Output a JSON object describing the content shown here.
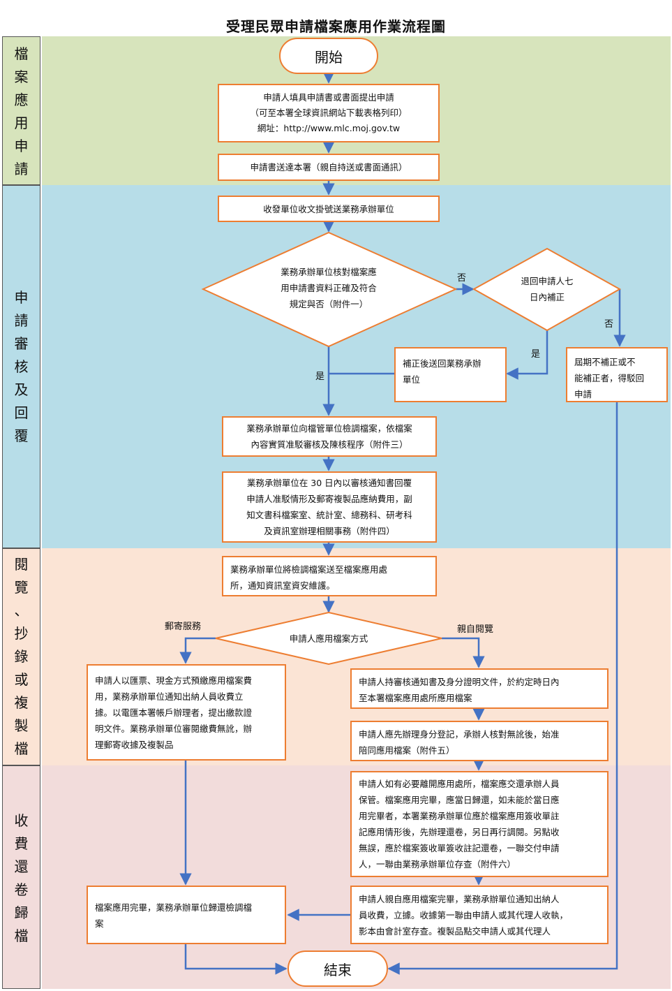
{
  "title": "受理民眾申請檔案應用作業流程圖",
  "colors": {
    "phase1": "#D7E4BC",
    "phase2": "#B7DDE8",
    "phase3": "#FBE4D5",
    "phase4": "#F2DCDB",
    "box_border": "#ED7D31",
    "arrow": "#4472C4"
  },
  "phases": [
    "檔\n案\n應\n用\n申\n請",
    "申\n請\n審\n核\n及\n回\n覆",
    "閱\n覽\n、\n抄\n錄\n或\n複\n製\n檔",
    "收\n費\n還\n卷\n歸\n檔"
  ],
  "nodes": {
    "start": "開始",
    "apply": "申請人填具申請書或書面提出申請\n（可至本署全球資訊網站下載表格列印）\n網址：http://www.mlc.moj.gov.tw",
    "deliver": "申請書送達本署（親自持送或書面通訊）",
    "register": "收發單位收文掛號送業務承辦單位",
    "check": "業務承辦單位核對檔案應\n用申請書資料正確及符合\n規定與否（附件一）",
    "return7": "退回申請人七\n日內補正",
    "resubmit": "補正後送回業務承辦\n單位",
    "reject": "屆期不補正或不\n能補正者，得駁回\n申請",
    "retrieve": "業務承辦單位向檔管單位檢調檔案，依檔案\n內容實質准駁審核及陳核程序（附件三）",
    "reply": "業務承辦單位在 30 日內以審核通知書回覆\n申請人准駁情形及郵寄複製品應納費用，副\n知文書科檔案室、統計室、總務科、研考科\n及資訊室辦理相關事務（附件四）",
    "send_archive": "業務承辦單位將檢調檔案送至檔案應用處\n所，通知資訊室資安維護。",
    "method": "申請人應用檔案方式",
    "mail_service": "申請人以匯票、現金方式預繳應用檔案費\n用，業務承辦單位通知出納人員收費立\n據。以電匯本署帳戶辦理者，提出繳款證\n明文件。業務承辦單位審閱繳費無訛，辦\n理郵寄收據及複製品",
    "visit_notice": "申請人持審核通知書及身分證明文件，於約定時日內\n至本署檔案應用處所應用檔案",
    "identity": "申請人應先辦理身分登記，承辦人核對無訛後，始准\n陪同應用檔案（附件五）",
    "leave_rules": "申請人如有必要離開應用處所，檔案應交還承辦人員\n保管。檔案應用完畢，應當日歸還，如未能於當日應\n用完畢者，本署業務承辦單位應於檔案應用簽收單註\n記應用情形後，先辦理還卷，另日再行調閱。另點收\n無誤，應於檔案簽收單簽收註記還卷，一聯交付申請\n人，一聯由業務承辦單位存查（附件六）",
    "fee_collect": "申請人親自應用檔案完畢，業務承辦單位通知出納人\n員收費，立據。收據第一聯由申請人或其代理人收執，\n影本由會計室存查。複製品點交申請人或其代理人",
    "return_file": "檔案應用完畢，業務承辦單位歸還檢調檔\n案",
    "end": "結束"
  },
  "labels": {
    "no1": "否",
    "yes1": "是",
    "no2": "否",
    "yes2": "是",
    "mail": "郵寄服務",
    "visit": "親自閱覽"
  }
}
